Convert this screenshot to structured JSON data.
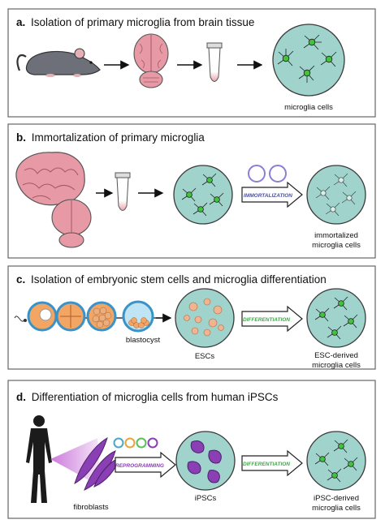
{
  "panels": {
    "a": {
      "letter": "a.",
      "title": "Isolation of primary microglia from brain tissue",
      "label": "microglia cells"
    },
    "b": {
      "letter": "b.",
      "title": "Immortalization of primary microglia",
      "process": "IMMORTALIZATION",
      "label_line1": "immortalized",
      "label_line2": "microglia cells"
    },
    "c": {
      "letter": "c.",
      "title": "Isolation of embryonic stem cells and microglia differentiation",
      "blastocyst": "blastocyst",
      "escs": "ESCs",
      "process": "DIFFERENTIATION",
      "label_line1": "ESC-derived",
      "label_line2": "microglia cells"
    },
    "d": {
      "letter": "d.",
      "title": "Differentiation of microglia cells from human iPSCs",
      "fibroblasts": "fibroblasts",
      "process1": "REPROGRAMMING",
      "ipscs": "iPSCs",
      "process2": "DIFFERENTIATION",
      "label_line1": "iPSC-derived",
      "label_line2": "microglia cells"
    }
  },
  "colors": {
    "dish": "#9fd3cc",
    "dish_stroke": "#3a3a3a",
    "microglia": "#3fc43a",
    "brain": "#e79aa5",
    "purple": "#8a3fb4",
    "process_green": "#3ea84a"
  }
}
